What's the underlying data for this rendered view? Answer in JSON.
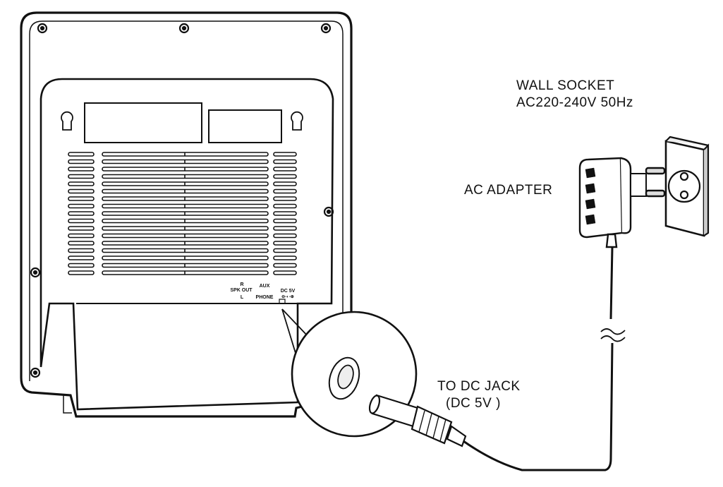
{
  "labels": {
    "wall_socket": "WALL SOCKET",
    "voltage": "AC220-240V 50Hz",
    "ac_adapter": "AC ADAPTER",
    "dc_jack": "TO DC JACK",
    "dc_spec": "(DC 5V )"
  },
  "ports": {
    "r": "R",
    "spk_out": "SPK OUT",
    "l": "L",
    "aux": "AUX",
    "phone": "PHONE",
    "dc5v": "DC 5V",
    "polarity": "⊖-◐-⊕"
  },
  "colors": {
    "line": "#111111",
    "fill": "#ffffff",
    "shade": "#dddddd"
  }
}
